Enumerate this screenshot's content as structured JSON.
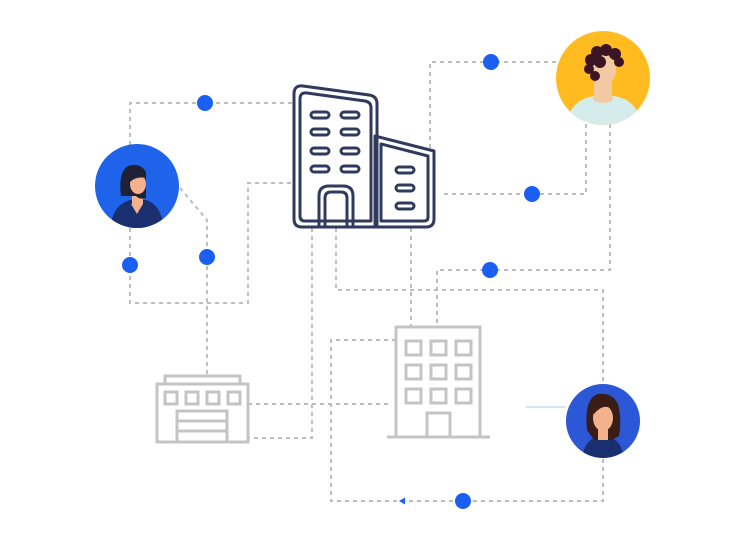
{
  "colors": {
    "accent": "#1b5ef2",
    "connector": "#bdbdbd",
    "hq_outline": "#2f3a5c",
    "secondary_outline": "#c4c4c4",
    "avatar_blue": "#1f63ea",
    "avatar_yellow": "#ffbb1f",
    "avatar_royal": "#2c57d6",
    "skin": "#f3b18c",
    "hair_dark": "#3a1524"
  },
  "nodes": {
    "headquarters": {
      "icon": "office-tower-icon"
    },
    "branch_office": {
      "icon": "office-building-icon"
    },
    "warehouse": {
      "icon": "warehouse-icon"
    }
  },
  "people": [
    {
      "id": "person-left",
      "icon": "person-avatar-icon"
    },
    {
      "id": "person-top-right",
      "icon": "person-avatar-icon"
    },
    {
      "id": "person-bottom-right",
      "icon": "person-avatar-icon"
    }
  ]
}
